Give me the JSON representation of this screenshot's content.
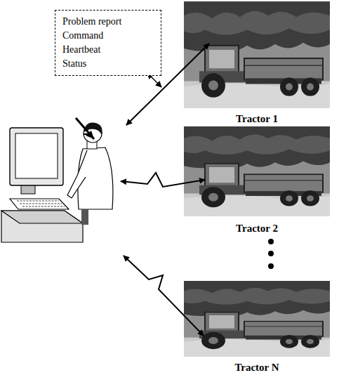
{
  "diagram": {
    "nodes": [
      {
        "text": [
          "Problem report",
          "Command",
          "Heartbeat",
          "Status"
        ]
      },
      {
        "text": [
          "Tractor 1"
        ]
      },
      {
        "text": [
          "Tractor 2"
        ]
      },
      {
        "text": [
          "Tractor N"
        ]
      }
    ]
  }
}
